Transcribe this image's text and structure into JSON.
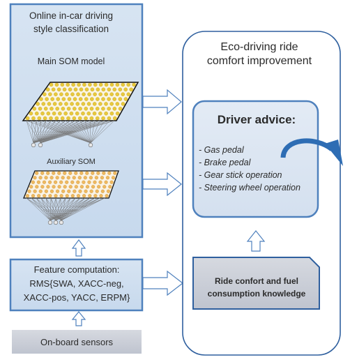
{
  "left_panel": {
    "title_line1": "Online in-car driving",
    "title_line2": "style classification",
    "main_som_label": "Main SOM model",
    "aux_som_label": "Auxiliary SOM"
  },
  "feature_box": {
    "line1": "Feature computation:",
    "line2": "RMS{SWA, XACC-neg,",
    "line3": "XACC-pos, YACC, ERPM}"
  },
  "sensors_box": {
    "label": "On-board sensors"
  },
  "right_panel": {
    "title_line1": "Eco-driving ride",
    "title_line2": "comfort improvement",
    "advice_title": "Driver advice:",
    "advice_items": [
      "- Gas pedal",
      "- Brake pedal",
      "- Gear stick operation",
      "- Steering wheel operation"
    ],
    "knowledge_line1": "Ride confort and fuel",
    "knowledge_line2": "consumption knowledge"
  },
  "colors": {
    "panel_fill": "#cfdff0",
    "panel_stroke": "#4f81bd",
    "advice_fill": "#dce6f2",
    "grey_box": "#c8ccd6",
    "arrow_blue": "#2e6db4",
    "som_node_main": "#e8c93a",
    "som_node_aux": "#f0b860"
  }
}
